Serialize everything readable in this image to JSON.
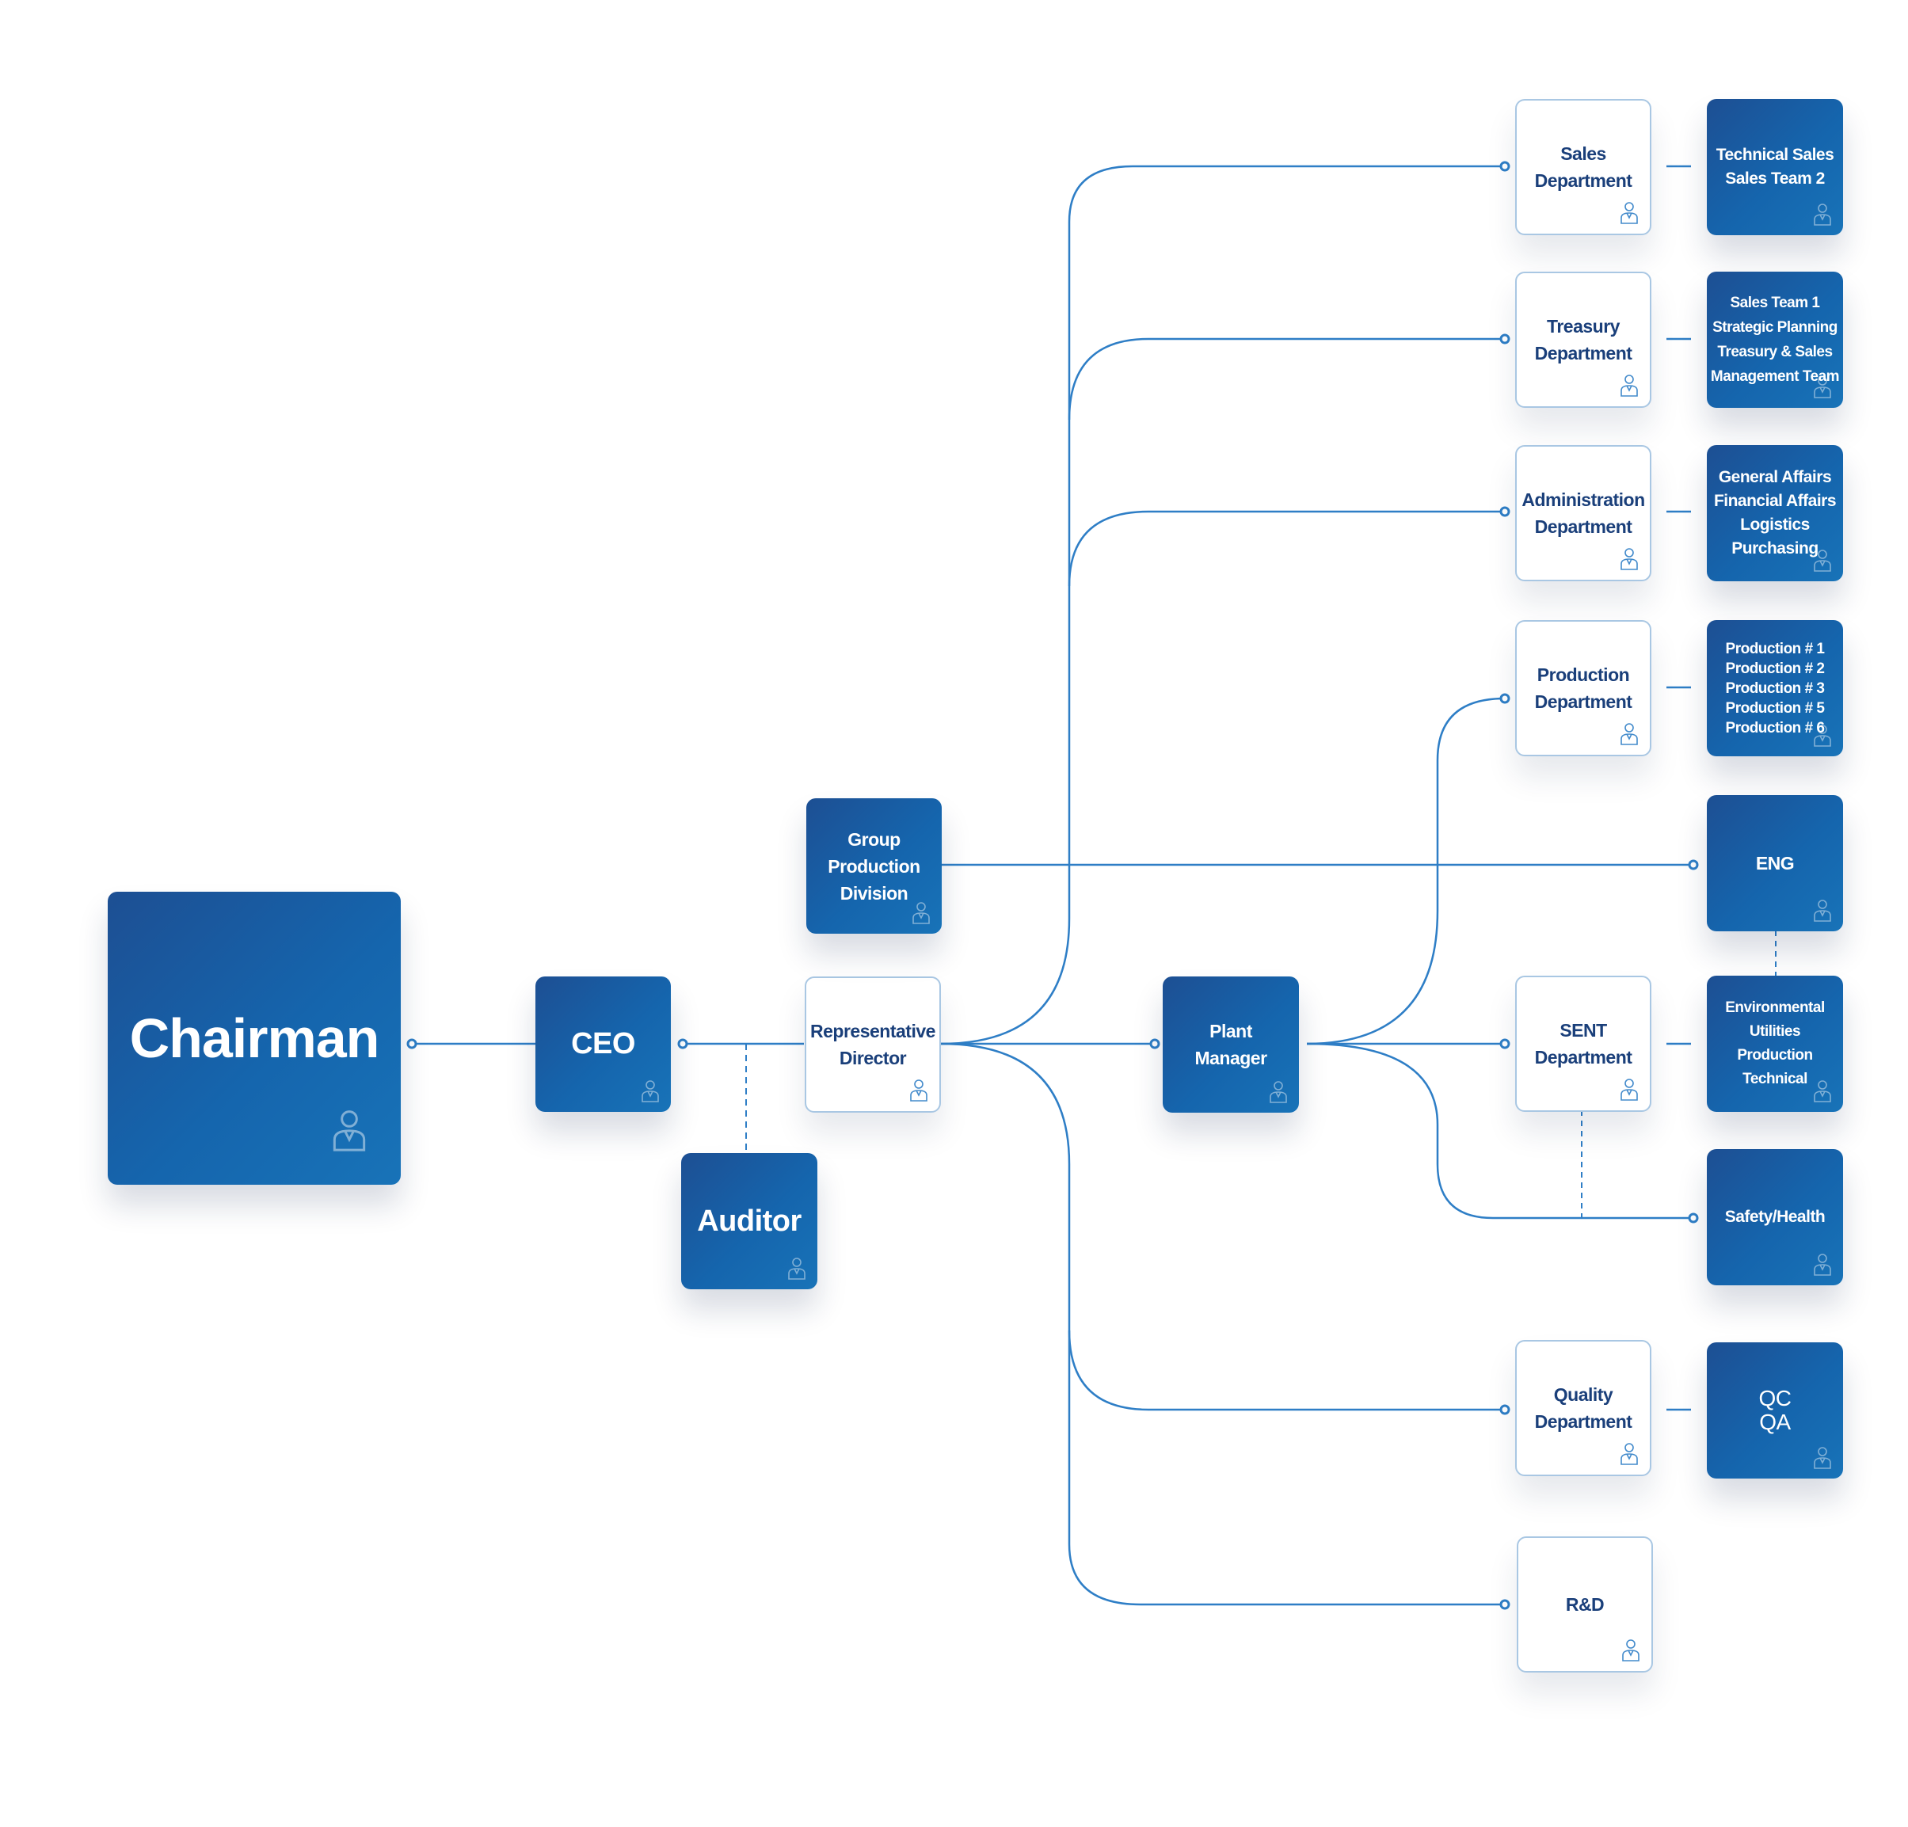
{
  "colors": {
    "box_dark": "#1565ad",
    "box_light_border": "#a9c7e3",
    "line": "#2e7ec6",
    "text_dark": "#1a3f7a",
    "text_light": "#ffffff"
  },
  "icons": {
    "person": "person-icon"
  },
  "nodes": {
    "chairman": "Chairman",
    "ceo": "CEO",
    "auditor": "Auditor",
    "rep_director": "Representative\nDirector",
    "group_production": "Group\nProduction\nDivision",
    "plant_manager": "Plant\nManager",
    "sales_dept": "Sales\nDepartment",
    "treasury_dept": "Treasury\nDepartment",
    "admin_dept": "Administration\nDepartment",
    "production_dept": "Production\nDepartment",
    "sent_dept": "SENT\nDepartment",
    "quality_dept": "Quality\nDepartment",
    "rnd": "R&D",
    "sales_teams": "Technical Sales\nSales Team 2",
    "treasury_teams": "Sales Team 1\nStrategic Planning\nTreasury & Sales\nManagement Team",
    "admin_teams": "General Affairs\nFinancial Affairs\nLogistics\nPurchasing",
    "production_lines": "Production # 1\nProduction # 2\nProduction # 3\nProduction # 5\nProduction # 6",
    "eng": "ENG",
    "sent_teams": "Environmental\nUtilities\nProduction\nTechnical",
    "safety_health": "Safety/Health",
    "qc_qa": "QC\nQA"
  }
}
